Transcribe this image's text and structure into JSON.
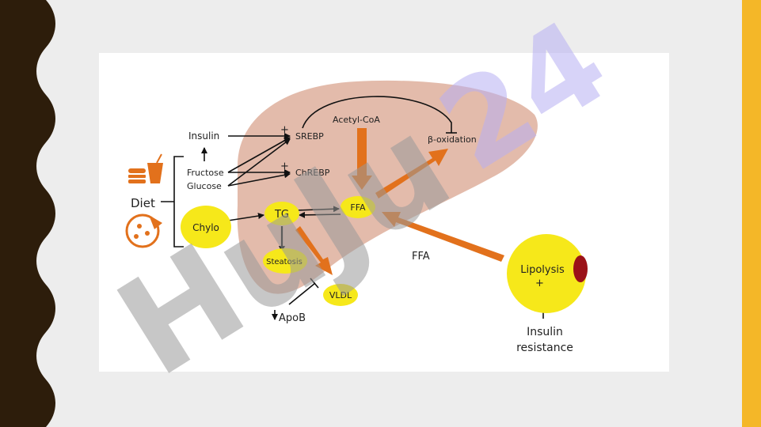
{
  "colors": {
    "left_band": "#2d1d0b",
    "right_band": "#f4b728",
    "liver": "#d9a48f",
    "node_yellow": "#f6e81a",
    "arrow_orange": "#e2711c",
    "watermark_gray": "#9a9a9a",
    "watermark_purple": "#b8b0f3",
    "lipolysis_spot": "#9b1218"
  },
  "icons": [
    "burger-drink-icon",
    "pizza-icon"
  ],
  "diagram": {
    "insulin": "Insulin",
    "fructose": "Fructose",
    "glucose": "Glucose",
    "diet": "Diet",
    "chylo": "Chylo",
    "srebp": "SREBP",
    "chrebp": "ChREBP",
    "acetyl_coa": "Acetyl-CoA",
    "beta_oxidation": "β-oxidation",
    "tg": "TG",
    "ffa": "FFA",
    "steatosis": "Steatosis",
    "vldl": "VLDL",
    "apob": "ApoB",
    "ffa_label": "FFA",
    "lipolysis": "Lipolysis",
    "insulin_resistance_1": "Insulin",
    "insulin_resistance_2": "resistance",
    "plus": "+"
  },
  "watermark": {
    "gray": "HuJu",
    "purple": "24"
  }
}
